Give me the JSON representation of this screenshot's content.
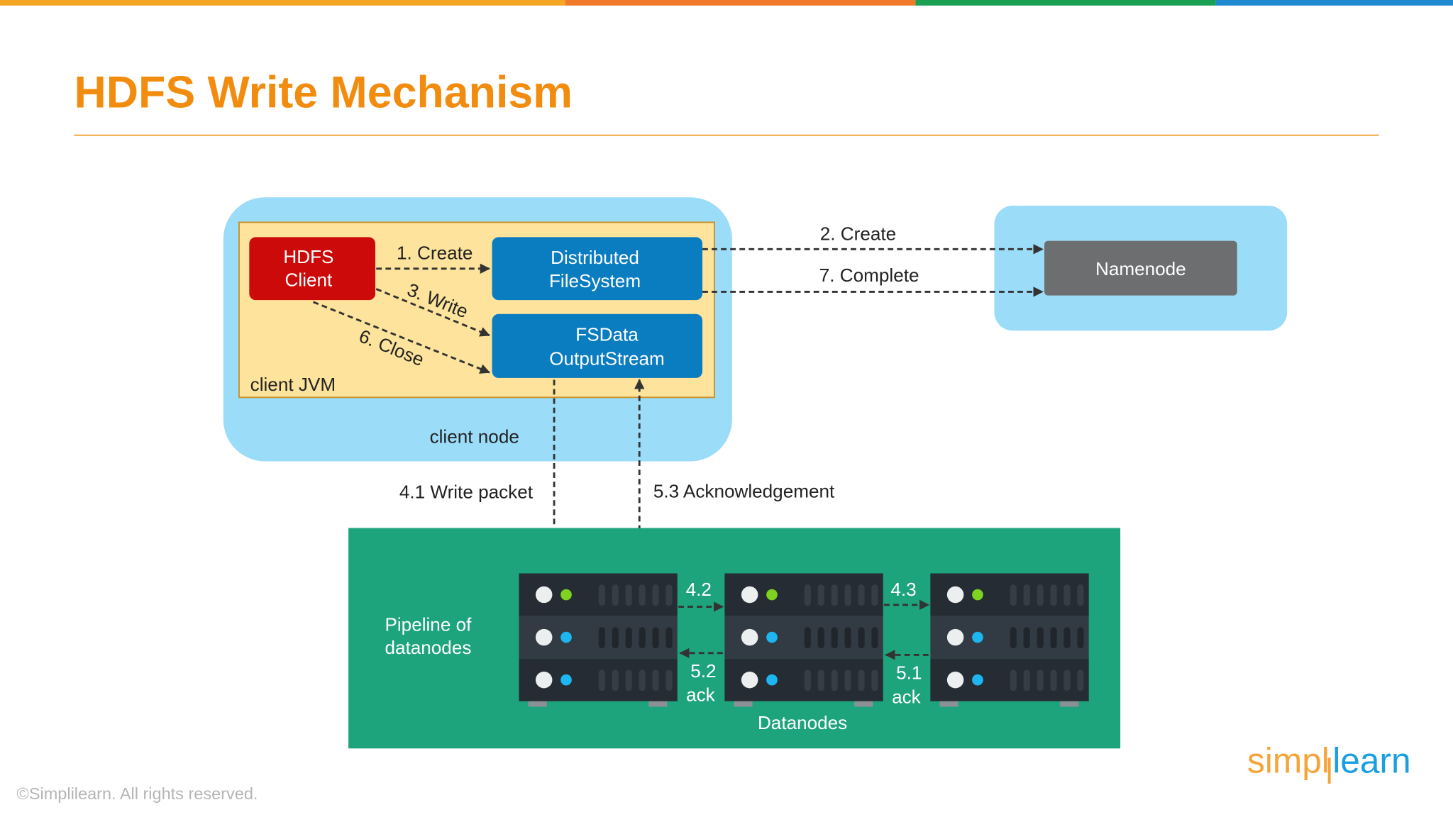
{
  "title": "HDFS Write Mechanism",
  "colors": {
    "title": "#f28c0f",
    "top_bar": [
      "#f5a623",
      "#f07a2a",
      "#1aa052",
      "#1e88d0"
    ],
    "client_node": "#9bdcf9",
    "jvm": "#fde39b",
    "hdfs_client": "#cc0a0a",
    "component": "#0a7cc0",
    "namenode": "#6d6e70",
    "pipeline": "#1ea47c",
    "server": "#262c33"
  },
  "client_node": {
    "label": "client node"
  },
  "client_jvm": {
    "label": "client JVM"
  },
  "hdfs_client": {
    "line1": "HDFS",
    "line2": "Client"
  },
  "distributed_fs": {
    "line1": "Distributed",
    "line2": "FileSystem"
  },
  "fsdata": {
    "line1": "FSData",
    "line2": "OutputStream"
  },
  "namenode": {
    "label": "Namenode"
  },
  "steps": {
    "create1": "1. Create",
    "create2": "2. Create",
    "write3": "3. Write",
    "close6": "6. Close",
    "complete7": "7. Complete",
    "write_packet": "4.1 Write packet",
    "ack53": "5.3 Acknowledgement",
    "s42": "4.2",
    "s43": "4.3",
    "s52": "5.2",
    "s51": "5.1",
    "ack": "ack"
  },
  "pipeline": {
    "line1": "Pipeline of",
    "line2": "datanodes",
    "datanodes": "Datanodes"
  },
  "footer": {
    "copyright": "©Simplilearn. All rights reserved.",
    "logo": "simplilearn"
  }
}
